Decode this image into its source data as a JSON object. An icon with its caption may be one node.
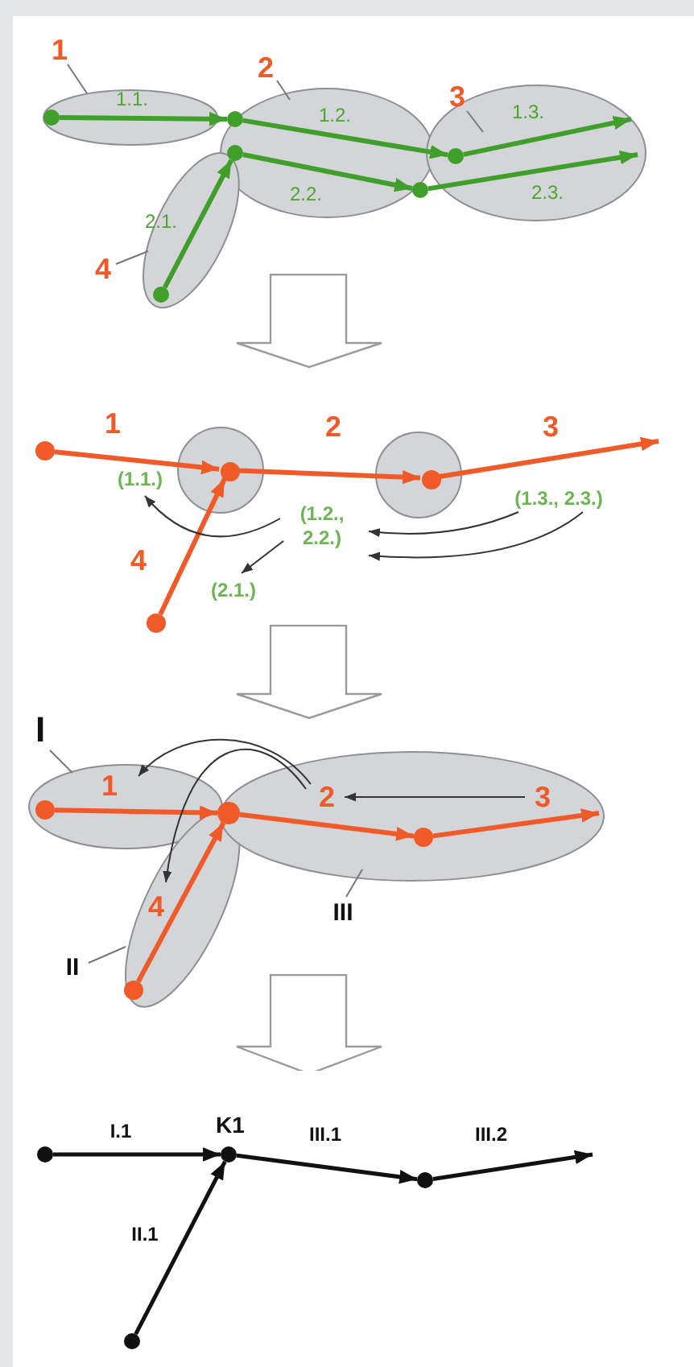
{
  "diagram": {
    "nodes": [
      {
        "text": [],
        "shape": "ellipse"
      },
      {
        "text": [],
        "shape": "ellipse"
      },
      {
        "text": [],
        "shape": "ellipse"
      },
      {
        "text": [],
        "shape": "ellipse"
      },
      {
        "text": [
          "1"
        ]
      },
      {
        "text": [
          "2"
        ]
      },
      {
        "text": [
          "3"
        ]
      },
      {
        "text": [
          "4"
        ]
      },
      {
        "text": [],
        "shape": "circle",
        "in": 0
      },
      {
        "text": [],
        "shape": "circle",
        "in": 1
      },
      {
        "text": [],
        "shape": "circle",
        "in": 1
      },
      {
        "text": [],
        "shape": "circle",
        "in": 2
      },
      {
        "text": [],
        "shape": "circle"
      },
      {
        "text": [],
        "shape": "circle",
        "in": 3
      },
      {
        "text": [],
        "shape": "circle"
      },
      {
        "text": [],
        "shape": "circle"
      },
      {
        "text": [],
        "shape": "circle",
        "in": 14
      },
      {
        "text": [],
        "shape": "circle",
        "in": 15
      },
      {
        "text": [],
        "shape": "circle"
      },
      {
        "text": [],
        "shape": "circle"
      },
      {
        "text": [
          "(1.1.)"
        ]
      },
      {
        "text": [
          "(1.2., 2.2.)"
        ]
      },
      {
        "text": [
          "(2.1.)"
        ]
      },
      {
        "text": [
          "(1.3., 2.3.)"
        ]
      },
      {
        "text": [],
        "shape": "ellipse"
      },
      {
        "text": [],
        "shape": "ellipse"
      },
      {
        "text": [],
        "shape": "ellipse"
      },
      {
        "text": [
          "I"
        ]
      },
      {
        "text": [
          "II"
        ]
      },
      {
        "text": [
          "III"
        ]
      },
      {
        "text": [
          "1"
        ],
        "in": 24
      },
      {
        "text": [
          "2"
        ],
        "in": 26
      },
      {
        "text": [
          "3"
        ],
        "in": 26
      },
      {
        "text": [
          "4"
        ],
        "in": 25
      },
      {
        "text": [],
        "shape": "circle",
        "in": 24
      },
      {
        "text": [],
        "shape": "circle"
      },
      {
        "text": [],
        "shape": "circle",
        "in": 26
      },
      {
        "text": [],
        "shape": "circle",
        "in": 25
      },
      {
        "text": [],
        "shape": "circle"
      },
      {
        "text": [],
        "shape": "circle",
        "beside": [
          "K1"
        ]
      },
      {
        "text": [],
        "shape": "circle"
      },
      {
        "text": [],
        "shape": "circle"
      }
    ],
    "edges": [
      {
        "from": 4,
        "to": 0,
        "arrow": "none",
        "color": "#777777"
      },
      {
        "from": 5,
        "to": 1,
        "arrow": "none",
        "color": "#777777"
      },
      {
        "from": 6,
        "to": 2,
        "arrow": "none",
        "color": "#777777"
      },
      {
        "from": 7,
        "to": 3,
        "arrow": "none",
        "color": "#777777"
      },
      {
        "from": 8,
        "to": 9,
        "arrow": "to",
        "label": "1.1.",
        "color": "#3f9f2a"
      },
      {
        "from": 9,
        "to": 11,
        "arrow": "to",
        "label": "1.2.",
        "color": "#3f9f2a"
      },
      {
        "from": 11,
        "to": 2,
        "arrow": "to",
        "label": "1.3.",
        "color": "#3f9f2a"
      },
      {
        "from": 10,
        "to": 12,
        "arrow": "to",
        "label": "2.2.",
        "color": "#3f9f2a"
      },
      {
        "from": 12,
        "to": 2,
        "arrow": "to",
        "label": "2.3.",
        "color": "#3f9f2a"
      },
      {
        "from": 13,
        "to": 10,
        "arrow": "to",
        "label": "2.1.",
        "color": "#3f9f2a"
      },
      {
        "from": 18,
        "to": 16,
        "arrow": "to",
        "label": "1",
        "color": "#f05a28"
      },
      {
        "from": 16,
        "to": 17,
        "arrow": "to",
        "label": "2",
        "color": "#f05a28"
      },
      {
        "from": 17,
        "to": null,
        "arrow": "to",
        "label": "3",
        "color": "#f05a28"
      },
      {
        "from": 19,
        "to": 16,
        "arrow": "to",
        "label": "4",
        "color": "#f05a28"
      },
      {
        "from": 21,
        "to": 20,
        "arrow": "to",
        "color": "#333333"
      },
      {
        "from": 21,
        "to": 22,
        "arrow": "to",
        "color": "#333333"
      },
      {
        "from": 23,
        "to": 21,
        "arrow": "to",
        "color": "#333333"
      },
      {
        "from": 23,
        "to": 21,
        "arrow": "to",
        "color": "#333333"
      },
      {
        "from": 27,
        "to": 24,
        "arrow": "none",
        "color": "#777777"
      },
      {
        "from": 28,
        "to": 25,
        "arrow": "none",
        "color": "#777777"
      },
      {
        "from": 29,
        "to": 26,
        "arrow": "none",
        "color": "#777777"
      },
      {
        "from": 34,
        "to": 35,
        "arrow": "to",
        "color": "#f05a28"
      },
      {
        "from": 35,
        "to": 36,
        "arrow": "to",
        "color": "#f05a28"
      },
      {
        "from": 36,
        "to": 26,
        "arrow": "to",
        "color": "#f05a28"
      },
      {
        "from": 37,
        "to": 35,
        "arrow": "to",
        "color": "#f05a28"
      },
      {
        "from": 32,
        "to": 31,
        "arrow": "to",
        "color": "#333333"
      },
      {
        "from": 31,
        "to": 30,
        "arrow": "to",
        "color": "#333333"
      },
      {
        "from": 31,
        "to": 33,
        "arrow": "to",
        "color": "#333333"
      },
      {
        "from": 38,
        "to": 39,
        "arrow": "to",
        "label": "I.1",
        "color": "#111111"
      },
      {
        "from": 39,
        "to": 40,
        "arrow": "to",
        "label": "III.1",
        "color": "#111111"
      },
      {
        "from": 40,
        "to": null,
        "arrow": "to",
        "label": "III.2",
        "color": "#111111"
      },
      {
        "from": 41,
        "to": 39,
        "arrow": "to",
        "label": "II.1",
        "color": "#111111"
      }
    ]
  }
}
